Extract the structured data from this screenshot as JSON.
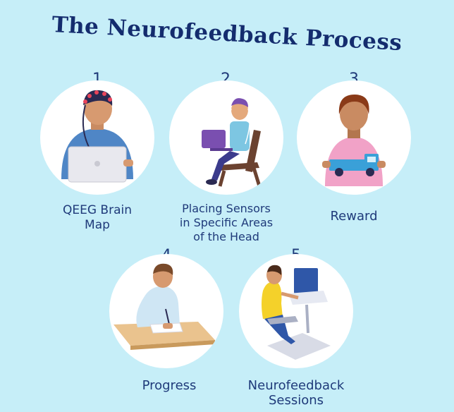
{
  "title": "The Neurofeedback Process",
  "steps": [
    {
      "number": "1",
      "label_lines": [
        "QEEG Brain",
        "Map"
      ],
      "illustration": "person-with-eeg-cap-on-laptop-icon"
    },
    {
      "number": "2",
      "label_lines": [
        "Placing Sensors",
        "in Specific Areas",
        "of the Head"
      ],
      "illustration": "person-with-sensors-in-chair-icon"
    },
    {
      "number": "3",
      "label_lines": [
        "Reward"
      ],
      "illustration": "child-holding-toy-truck-icon"
    },
    {
      "number": "4",
      "label_lines": [
        "Progress"
      ],
      "illustration": "person-writing-at-desk-icon"
    },
    {
      "number": "5",
      "label_lines": [
        "Neurofeedback",
        "Sessions"
      ],
      "illustration": "person-at-computer-session-icon"
    }
  ],
  "colors": {
    "background": "#c6eef8",
    "title": "#142c6e",
    "text": "#1f3a7a",
    "circle": "#ffffff"
  }
}
